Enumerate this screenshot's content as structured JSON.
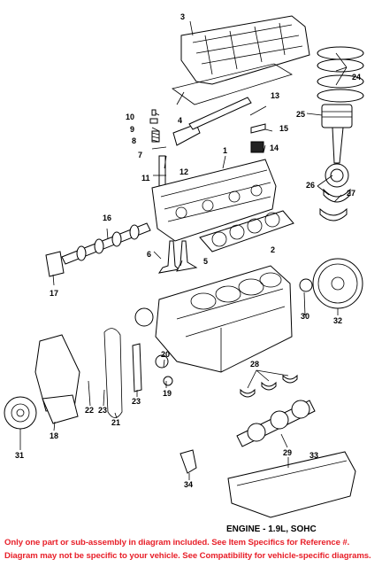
{
  "diagram": {
    "caption": "ENGINE - 1.9L, SOHC",
    "callouts": [
      "1",
      "2",
      "3",
      "4",
      "5",
      "6",
      "7",
      "8",
      "9",
      "10",
      "11",
      "12",
      "13",
      "14",
      "15",
      "16",
      "17",
      "18",
      "19",
      "20",
      "21",
      "22",
      "23",
      "23",
      "24",
      "25",
      "26",
      "27",
      "28",
      "29",
      "30",
      "31",
      "32",
      "33",
      "34"
    ]
  },
  "disclaimer": {
    "line1": "Only one part or sub-assembly in diagram included. See Item Specifics for Reference #.",
    "line2": "Diagram may not be specific to your vehicle. See Compatibility for vehicle-specific diagrams."
  }
}
